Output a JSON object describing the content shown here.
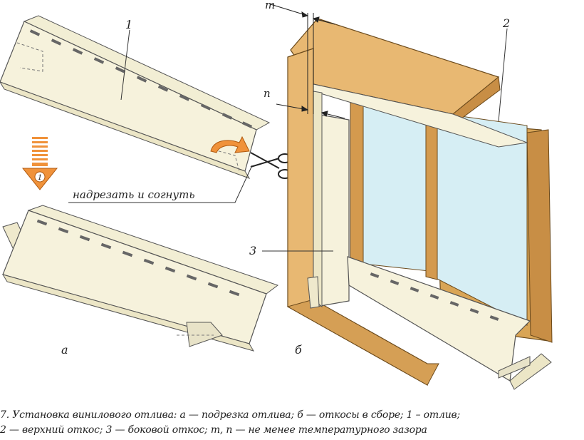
{
  "labels": {
    "part1": "1",
    "part2": "2",
    "part3": "3",
    "dim_m": "m",
    "dim_n": "n",
    "view_a": "а",
    "view_b": "б",
    "step_number": "1",
    "instruction": "надрезать и согнуть"
  },
  "caption": {
    "line1": "7. Установка винилового отлива: а — подрезка отлива; б — откосы в сборе; 1 – отлив;",
    "line2": "2 — верхний откос; 3 — боковой откос; m, n — не менее температурного зазора"
  },
  "colors": {
    "vinyl": "#f6f2dc",
    "wood_face": "#e8b872",
    "wood_side": "#c88e45",
    "glass": "#d6eef4",
    "arrow_orange": "#f0923a"
  }
}
